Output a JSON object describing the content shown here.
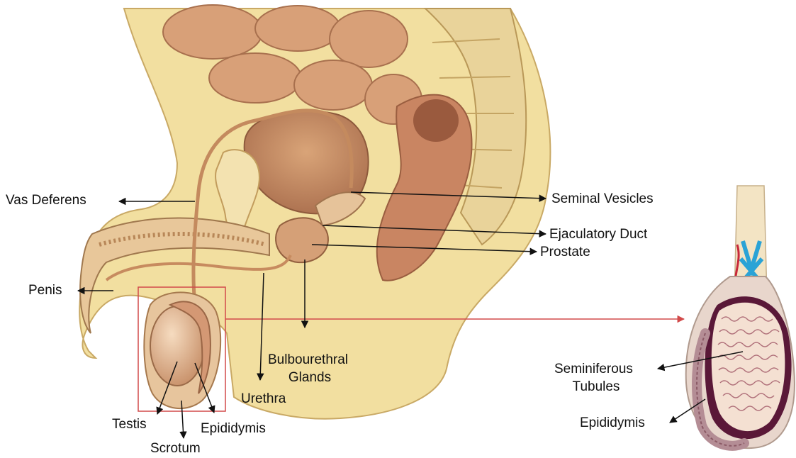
{
  "labels": {
    "vas_deferens": "Vas Deferens",
    "seminal_vesicles": "Seminal Vesicles",
    "ejaculatory_duct": "Ejaculatory Duct",
    "prostate": "Prostate",
    "penis": "Penis",
    "bulbourethral_line1": "Bulbourethral",
    "bulbourethral_line2": "Glands",
    "urethra": "Urethra",
    "testis": "Testis",
    "epididymis_left": "Epididymis",
    "scrotum": "Scrotum",
    "seminiferous_line1": "Seminiferous",
    "seminiferous_line2": "Tubules",
    "epididymis_right": "Epididymis"
  },
  "colors": {
    "skin": "#f2dfa0",
    "organ": "#d9a47a",
    "dark_organ": "#b67a58",
    "highlight_box": "#d24a4a",
    "vein_blue": "#2aa3d6",
    "artery_red": "#c8283a",
    "tunica_dark": "#5a1838"
  }
}
